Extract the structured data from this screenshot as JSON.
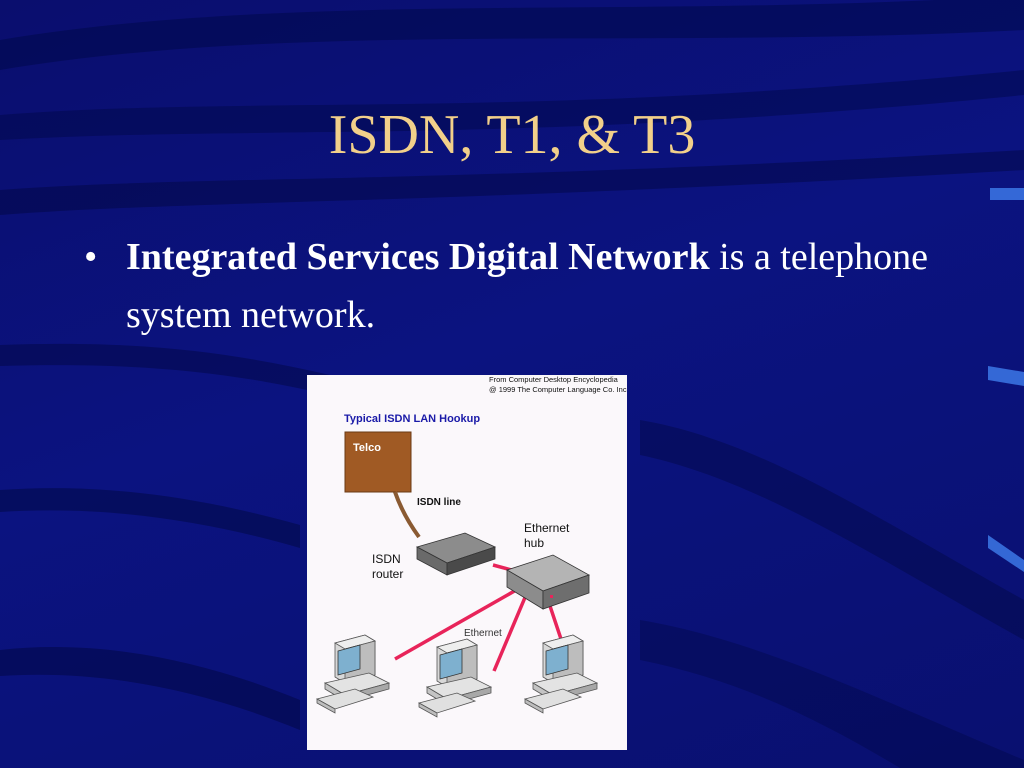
{
  "slide": {
    "title": "ISDN, T1, & T3",
    "bullet_symbol": "•",
    "bullet_bold": "Integrated Services Digital Network",
    "bullet_rest": " is a telephone system network."
  },
  "diagram": {
    "credit_line1": "From Computer Desktop Encyclopedia",
    "credit_line2": "@ 1999 The Computer Language Co. Inc.",
    "heading": "Typical ISDN LAN Hookup",
    "telco_label": "Telco",
    "isdn_line_label": "ISDN line",
    "router_label_line1": "ISDN",
    "router_label_line2": "router",
    "hub_label_line1": "Ethernet",
    "hub_label_line2": "hub",
    "ethernet_label": "Ethernet",
    "colors": {
      "telco_box": "#a05a24",
      "isdn_line": "#8a5a32",
      "ethernet_cable": "#e8245a",
      "heading": "#1a1aa8",
      "title": "#f2d08a"
    }
  }
}
